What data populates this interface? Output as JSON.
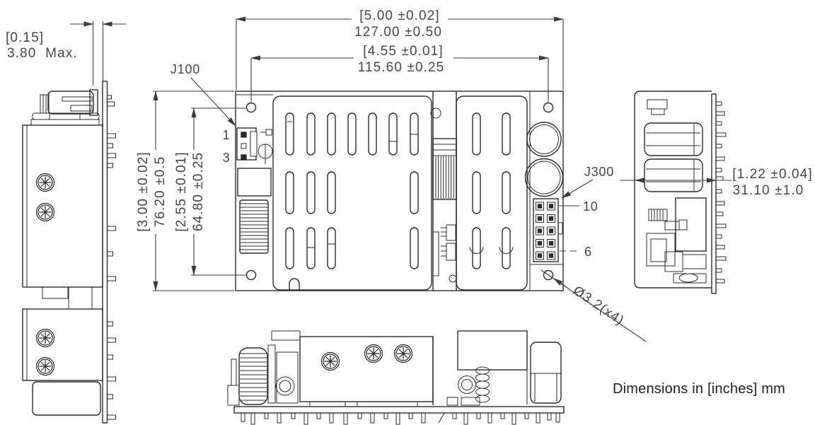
{
  "note": "Dimensions in [inches] mm",
  "dimensions": {
    "overall_width_in": "[5.00 ±0.02]",
    "overall_width_mm": "127.00 ±0.50",
    "hole_pitch_width_in": "[4.55 ±0.01]",
    "hole_pitch_width_mm": "115.60 ±0.25",
    "pin_length_in": "[0.15]",
    "pin_length_mm": "3.80  Max.",
    "overall_depth_in": "[3.00 ±0.02]",
    "overall_depth_mm": "76.20 ±0.5",
    "hole_pitch_depth_in": "[2.55 ±0.01]",
    "hole_pitch_depth_mm": "64.80 ±0.25",
    "overall_height_in": "[1.22 ±0.04]",
    "overall_height_mm": "31.10 ±1.0",
    "mounting_holes": "Ø3.2(x4)"
  },
  "connectors": {
    "j100": {
      "label": "J100",
      "first_pin": "1",
      "last_pin": "3"
    },
    "j300": {
      "label": "J300",
      "first_pin": "10",
      "last_pin": "6"
    }
  },
  "colors": {
    "line": "#2b2b2b",
    "dim_text": "#454545",
    "note_text": "#1f1f1f",
    "background": "#ffffff"
  }
}
